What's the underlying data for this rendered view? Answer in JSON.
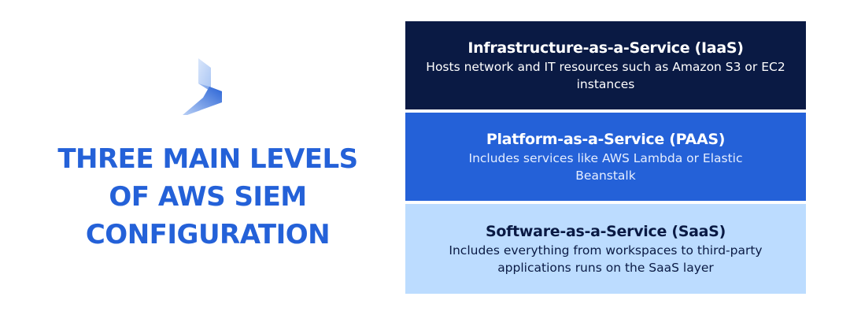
{
  "logo": {
    "icon": "stepped-arrow-logo-icon"
  },
  "title": {
    "lines": [
      "THREE MAIN LEVELS",
      "OF AWS SIEM",
      "CONFIGURATION"
    ]
  },
  "levels": [
    {
      "heading": "Infrastructure-as-a-Service (IaaS)",
      "description": "Hosts network and IT resources such as Amazon S3 or EC2 instances",
      "background": "#0a1a44",
      "text_color": "#ffffff"
    },
    {
      "heading": "Platform-as-a-Service (PAAS)",
      "description": "Includes services like AWS Lambda or Elastic Beanstalk",
      "background": "#2461d8",
      "text_color": "#ffffff"
    },
    {
      "heading": "Software-as-a-Service (SaaS)",
      "description": "Includes everything from workspaces to third-party applications runs on the SaaS layer",
      "background": "#bcdcff",
      "text_color": "#0a1a44"
    }
  ],
  "colors": {
    "accent": "#2461d8",
    "navy": "#0a1a44",
    "light_blue": "#bcdcff"
  }
}
